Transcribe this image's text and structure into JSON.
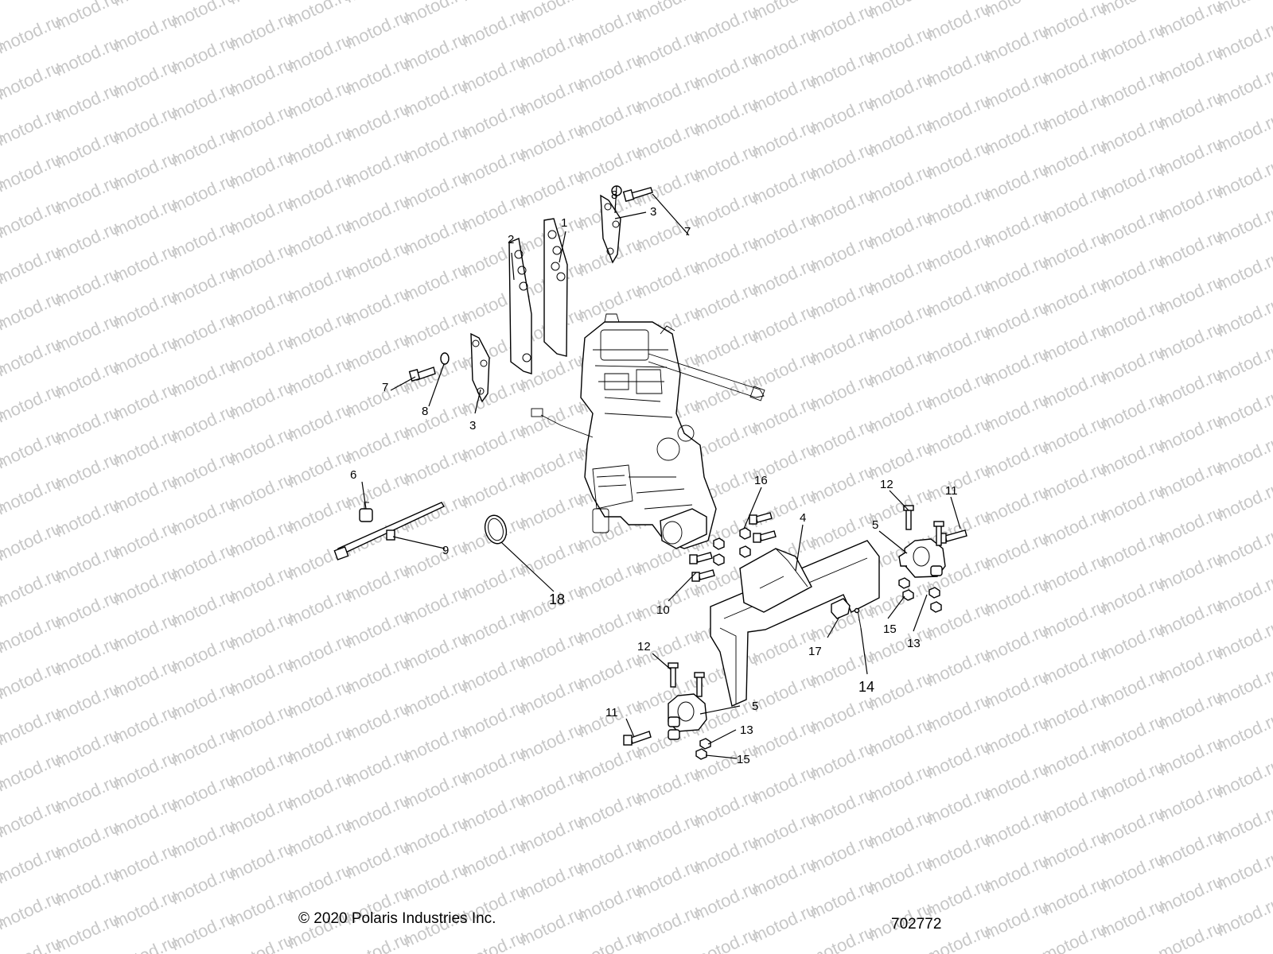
{
  "watermark": "motod.ru",
  "copyright": "© 2020 Polaris Industries Inc.",
  "diagram_number": "702772",
  "callouts": {
    "c1": "1",
    "c2": "2",
    "c3a": "3",
    "c3b": "3",
    "c4": "4",
    "c5a": "5",
    "c5b": "5",
    "c6": "6",
    "c7a": "7",
    "c7b": "7",
    "c8a": "8",
    "c8b": "8",
    "c9": "9",
    "c10": "10",
    "c11a": "11",
    "c11b": "11",
    "c12a": "12",
    "c12b": "12",
    "c13a": "13",
    "c13b": "13",
    "c14": "14",
    "c15a": "15",
    "c15b": "15",
    "c16": "16",
    "c17": "17",
    "c18": "18"
  }
}
